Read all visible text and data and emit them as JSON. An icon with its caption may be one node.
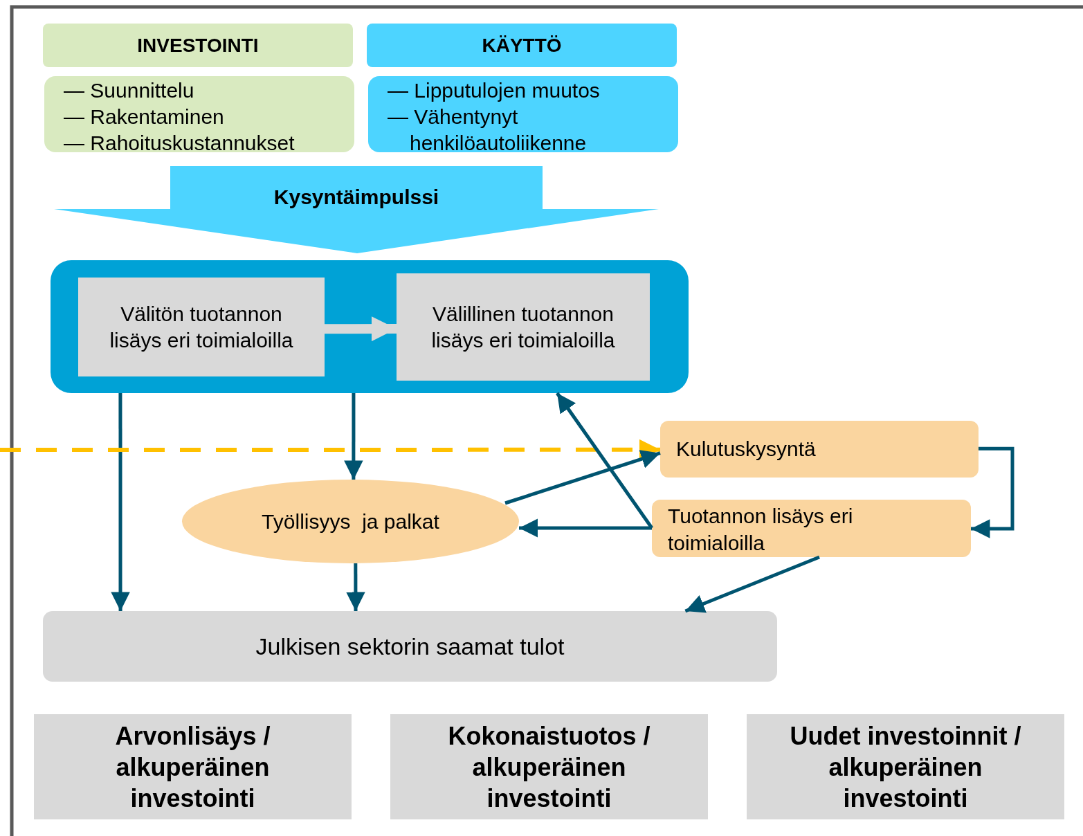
{
  "diagram": {
    "nodes": [
      {
        "text": [
          "INVESTOINTI"
        ]
      },
      {
        "text": [
          "— Suunnittelu",
          "— Rakentaminen",
          "— Rahoituskustannukset"
        ]
      },
      {
        "text": [
          "KÄYTTÖ"
        ]
      },
      {
        "text": [
          "— Lipputulojen muutos",
          "— Vähentynyt henkilöautoliikenne"
        ]
      },
      {
        "text": [
          "Kysyntäimpulssi"
        ]
      },
      {
        "text": [],
        "shape": "box"
      },
      {
        "text": [
          "Välitön tuotannon lisäys eri toimialoilla"
        ],
        "in": 5
      },
      {
        "text": [
          "Välillinen tuotannon lisäys eri toimialoilla"
        ],
        "in": 5
      },
      {
        "text": [
          "Kulutuskysyntä"
        ]
      },
      {
        "text": [
          "Työllisyys  ja palkat"
        ]
      },
      {
        "text": [
          "Tuotannon lisäys eri toimialoilla"
        ]
      },
      {
        "text": [
          "Julkisen sektorin saamat tulot"
        ]
      },
      {
        "text": [
          "Arvonlisäys / alkuperäinen investointi"
        ]
      },
      {
        "text": [
          "Kokonaistuotos / alkuperäinen investointi"
        ]
      },
      {
        "text": [
          "Uudet investoinnit / alkuperäinen investointi"
        ]
      }
    ],
    "edges": [
      {
        "from": 6,
        "to": 7,
        "arrow": "to",
        "style": "thick",
        "color": "#d9d9d9"
      },
      {
        "from": 5,
        "to": 11,
        "arrow": "to"
      },
      {
        "from": 5,
        "to": 9,
        "arrow": "to"
      },
      {
        "from": null,
        "to": 8,
        "arrow": "to",
        "style": "dashed",
        "color": "#ffc000"
      },
      {
        "from": 9,
        "to": 8,
        "arrow": "to"
      },
      {
        "from": 10,
        "to": 5,
        "arrow": "to"
      },
      {
        "from": 10,
        "to": 9,
        "arrow": "to"
      },
      {
        "from": 8,
        "to": 10,
        "arrow": "to"
      },
      {
        "from": 9,
        "to": 11,
        "arrow": "to"
      },
      {
        "from": 10,
        "to": 11,
        "arrow": "to"
      }
    ]
  }
}
